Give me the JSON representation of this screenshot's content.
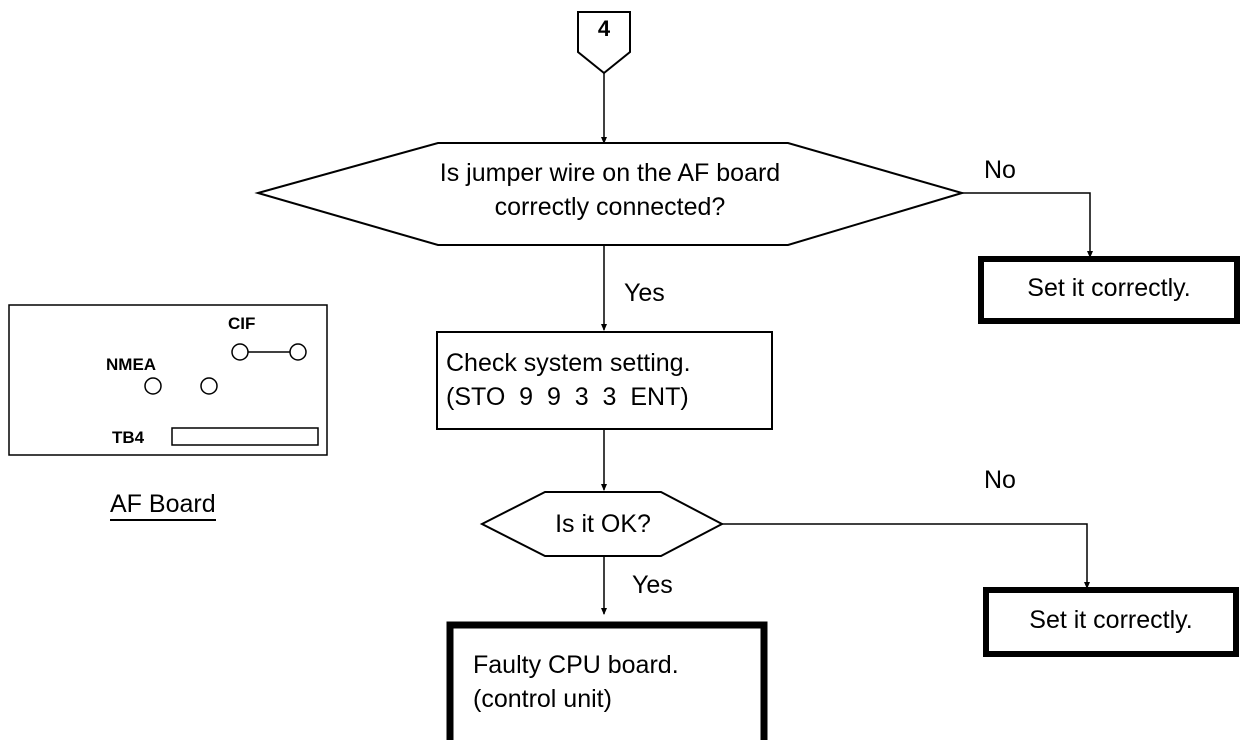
{
  "connector": {
    "label": "4"
  },
  "decision1": {
    "line1": "Is jumper wire on the AF board",
    "line2": "correctly connected?",
    "no_label": "No",
    "yes_label": "Yes"
  },
  "action_set1": {
    "text": "Set it correctly."
  },
  "process_check": {
    "line1": "Check system setting.",
    "line2": "(STO  9  9  3  3  ENT)"
  },
  "decision2": {
    "text": "Is it OK?",
    "no_label": "No",
    "yes_label": "Yes"
  },
  "action_set2": {
    "text": "Set it correctly."
  },
  "terminal_faulty": {
    "line1": "Faulty CPU board.",
    "line2": "(control unit)"
  },
  "af_board": {
    "caption": "AF Board",
    "cif_label": "CIF",
    "nmea_label": "NMEA",
    "tb4_label": "TB4"
  }
}
